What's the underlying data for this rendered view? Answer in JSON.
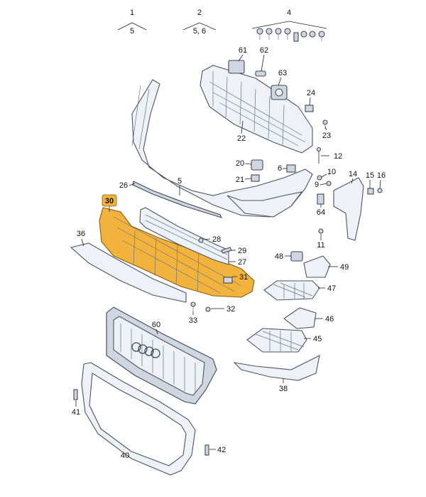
{
  "callouts": {
    "c1": "1",
    "c1_sub": "5",
    "c2": "2",
    "c2_sub": "5, 6",
    "c4": "4",
    "c61": "61",
    "c62": "62",
    "c63": "63",
    "c24": "24",
    "c22": "22",
    "c23": "23",
    "c12": "12",
    "c20": "20",
    "c6": "6",
    "c10": "10",
    "c14": "14",
    "c15": "15",
    "c16": "16",
    "c21": "21",
    "c9": "9",
    "c26": "26",
    "c5": "5",
    "c64": "64",
    "c11": "11",
    "c30": "30",
    "c36": "36",
    "c28": "28",
    "c29": "29",
    "c27": "27",
    "c48": "48",
    "c49": "49",
    "c31": "31",
    "c47": "47",
    "c32": "32",
    "c33": "33",
    "c46": "46",
    "c60": "60",
    "c45": "45",
    "c38": "38",
    "c41": "41",
    "c42": "42",
    "c40": "40"
  },
  "colors": {
    "highlight_part": "#f2b33c",
    "part_fill": "#eef1f6",
    "part_stroke": "#4b5563"
  }
}
